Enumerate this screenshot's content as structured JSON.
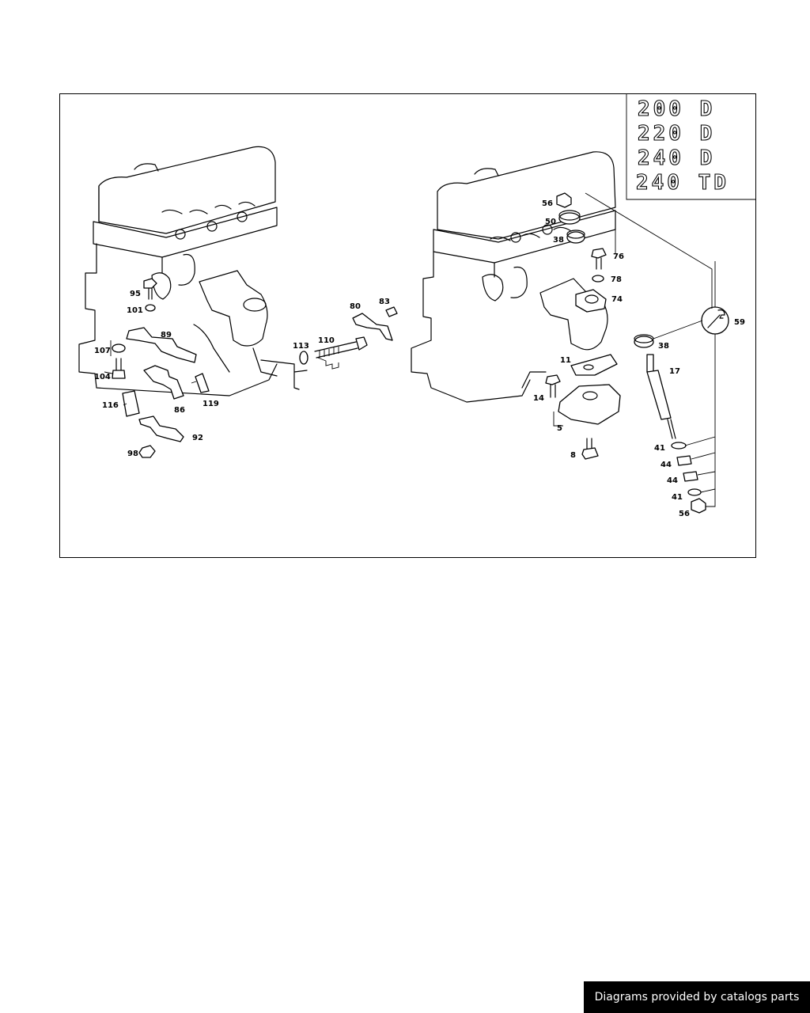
{
  "models": [
    "200 D",
    "220 D",
    "240 D",
    "240 TD"
  ],
  "callouts": [
    "95",
    "101",
    "89",
    "107",
    "104",
    "116",
    "86",
    "92",
    "98",
    "119",
    "113",
    "110",
    "80",
    "83",
    "56",
    "50",
    "38",
    "76",
    "78",
    "74",
    "59",
    "38",
    "17",
    "11",
    "14",
    "5",
    "8",
    "41",
    "44",
    "44",
    "41",
    "56"
  ],
  "footer": {
    "text": "Diagrams provided by catalogs parts"
  }
}
